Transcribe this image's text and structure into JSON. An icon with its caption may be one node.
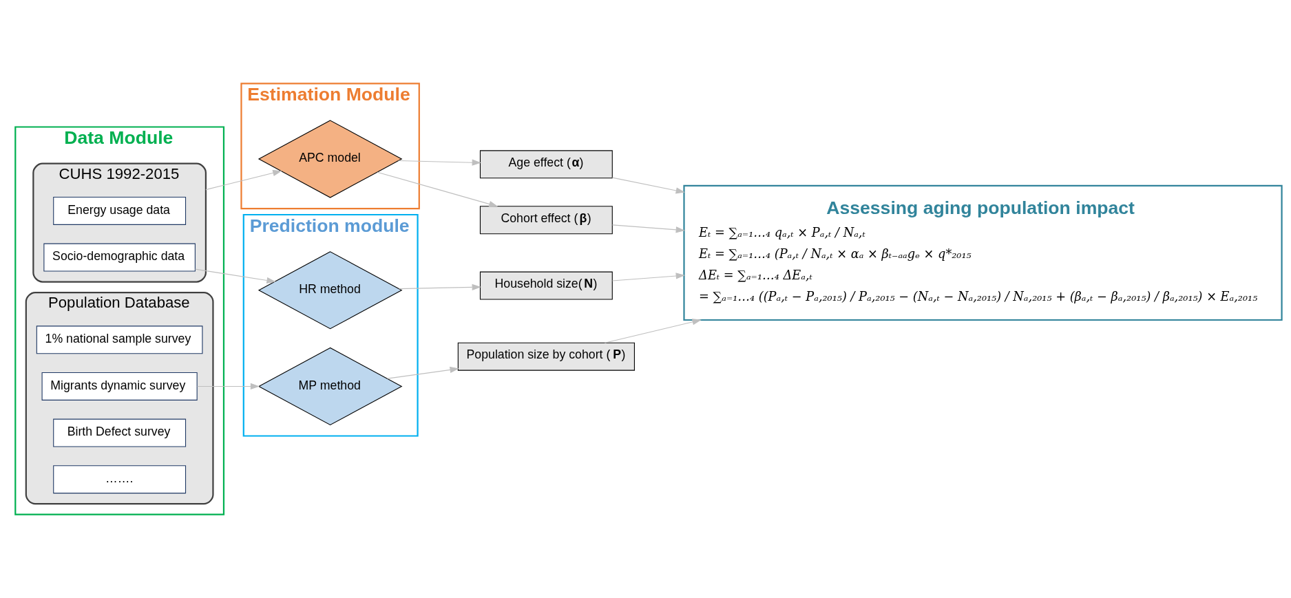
{
  "diagram": {
    "nodes": [
      {
        "text": [
          "Data Module"
        ]
      },
      {
        "text": [
          "CUHS 1992-2015"
        ],
        "in": 0
      },
      {
        "text": [
          "Energy usage data"
        ],
        "in": 1
      },
      {
        "text": [
          "Socio-demographic data"
        ],
        "in": 1
      },
      {
        "text": [
          "Population Database"
        ],
        "in": 0
      },
      {
        "text": [
          "1% national sample survey"
        ],
        "in": 4
      },
      {
        "text": [
          "Migrants dynamic survey"
        ],
        "in": 4
      },
      {
        "text": [
          "Birth Defect survey"
        ],
        "in": 4
      },
      {
        "text": [
          "……."
        ],
        "in": 4
      },
      {
        "text": [
          "Estimation Module"
        ]
      },
      {
        "text": [
          "APC model"
        ],
        "in": 9
      },
      {
        "text": [
          "Prediction module"
        ]
      },
      {
        "text": [
          "HR method"
        ],
        "in": 11
      },
      {
        "text": [
          "MP method"
        ],
        "in": 11
      },
      {
        "text": [
          "Age effect (**α**)"
        ]
      },
      {
        "text": [
          "Cohort effect (**β**)"
        ]
      },
      {
        "text": [
          "Household size(**N**)"
        ]
      },
      {
        "text": [
          "Population size by cohort (**P**)"
        ]
      },
      {
        "text": [
          "Assessing aging population impact",
          "Eₜ = ∑ₐ₌₁…₄ qₐ,ₜ × Pₐ,ₜ / Nₐ,ₜ",
          "Eₜ = ∑ₐ₌₁…₄ (Pₐ,ₜ / Nₐ,ₜ × αₐ × βₜ₋ₐₐgₑ × q*₂₀₁₅",
          "ΔEₜ = ∑ₐ₌₁…₄ ΔEₐ,ₜ",
          "= ∑ₐ₌₁…₄ ((Pₐ,ₜ − Pₐ,₂₀₁₅) / Pₐ,₂₀₁₅ − (Nₐ,ₜ − Nₐ,₂₀₁₅) / Nₐ,₂₀₁₅ + (βₐ,ₜ − βₐ,₂₀₁₅) / βₐ,₂₀₁₅) × Eₐ,₂₀₁₅"
        ]
      }
    ],
    "edges": [
      {
        "from": 1,
        "to": 10,
        "arrow": "to"
      },
      {
        "from": 3,
        "to": 12,
        "arrow": "to"
      },
      {
        "from": 6,
        "to": 13,
        "arrow": "to"
      },
      {
        "from": 10,
        "to": 14,
        "arrow": "to"
      },
      {
        "from": 10,
        "to": 15,
        "arrow": "to"
      },
      {
        "from": 12,
        "to": 16,
        "arrow": "to"
      },
      {
        "from": 13,
        "to": 17,
        "arrow": "to"
      },
      {
        "from": 14,
        "to": 18,
        "arrow": "to"
      },
      {
        "from": 15,
        "to": 18,
        "arrow": "to"
      },
      {
        "from": 16,
        "to": 18,
        "arrow": "to"
      },
      {
        "from": 17,
        "to": 18,
        "arrow": "to"
      }
    ]
  }
}
